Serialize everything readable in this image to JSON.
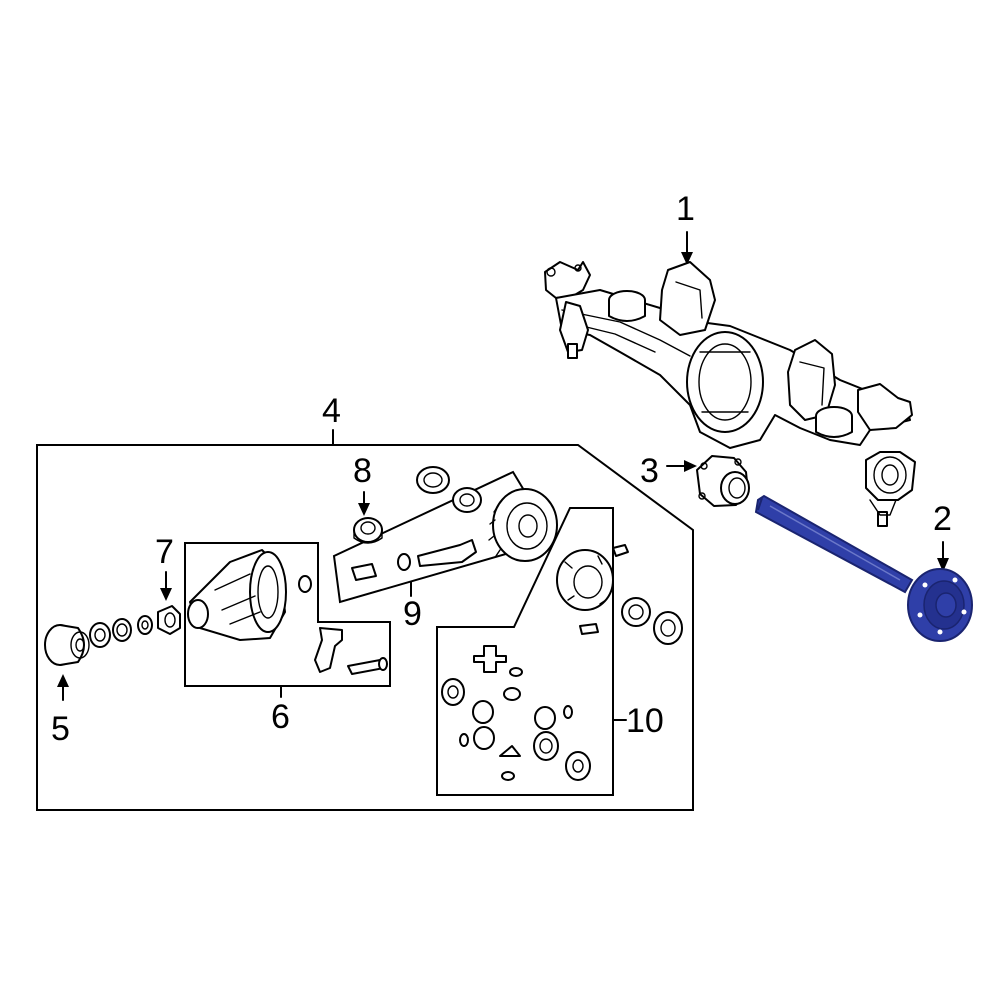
{
  "colors": {
    "highlight": "#2f3fa8",
    "highlight_dark": "#1a2470",
    "line": "#000000",
    "background": "#ffffff"
  },
  "callouts": [
    {
      "id": "1",
      "label": "1"
    },
    {
      "id": "2",
      "label": "2"
    },
    {
      "id": "3",
      "label": "3"
    },
    {
      "id": "4",
      "label": "4"
    },
    {
      "id": "5",
      "label": "5"
    },
    {
      "id": "6",
      "label": "6"
    },
    {
      "id": "7",
      "label": "7"
    },
    {
      "id": "8",
      "label": "8"
    },
    {
      "id": "9",
      "label": "9"
    },
    {
      "id": "10",
      "label": "10"
    }
  ],
  "highlighted_part": "2"
}
